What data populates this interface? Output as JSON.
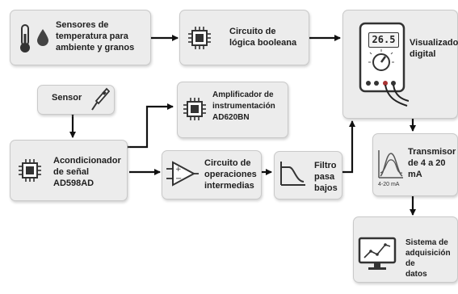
{
  "nodes": {
    "sensors": "Sensores de\ntemperatura para\nambiente y granos",
    "logic": "Circuito de\nlógica booleana",
    "display": "Visualizador\ndigital",
    "sensor": "Sensor",
    "amplifier": "Amplificador de\ninstrumentación\nAD620BN",
    "conditioner": "Acondicionador\nde señal\nAD598AD",
    "opcircuit": "Circuito de\noperaciones\nintermedias",
    "filter": "Filtro\npasa\nbajos",
    "transmitter": "Transmisor\nde 4 a 20 mA",
    "acquisition": "Sistema de\nadquisición de\ndatos"
  },
  "multimeter_reading": "26.5",
  "transmitter_icon_label": "4-20 mA",
  "icons": [
    "thermometer-icon",
    "water-drop-icon",
    "chip-icon",
    "multimeter-icon",
    "probe-icon",
    "opamp-icon",
    "lowpass-filter-icon",
    "curve-graph-icon",
    "monitor-chart-icon"
  ]
}
